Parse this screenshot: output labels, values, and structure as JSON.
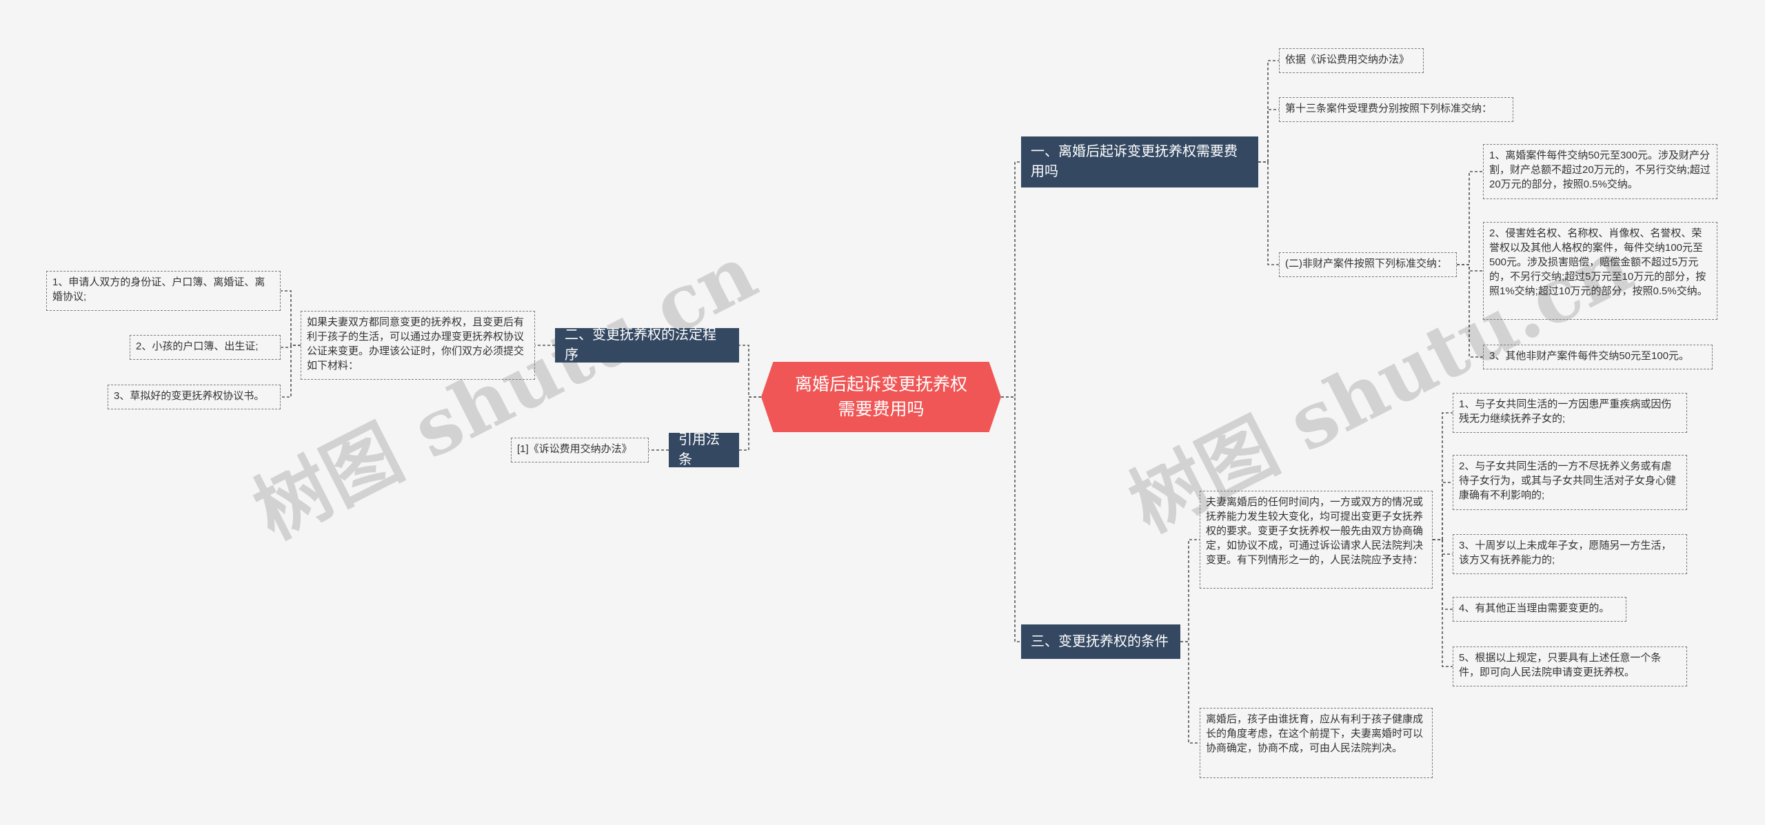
{
  "colors": {
    "center_bg": "#f05656",
    "branch_bg": "#344862",
    "edge": "#555555",
    "leaf_border": "#7a7a7a",
    "background": "#f5f5f5"
  },
  "watermark": "树图 shutu.cn",
  "center": "离婚后起诉变更抚养权需要费用吗",
  "right": {
    "b1": {
      "label": "一、离婚后起诉变更抚养权需要费用吗",
      "l1": "依据《诉讼费用交纳办法》",
      "l2": "第十三条案件受理费分别按照下列标准交纳：",
      "l3": "(二)非财产案件按照下列标准交纳：",
      "l3a": "1、离婚案件每件交纳50元至300元。涉及财产分割，财产总额不超过20万元的，不另行交纳;超过20万元的部分，按照0.5%交纳。",
      "l3b": "2、侵害姓名权、名称权、肖像权、名誉权、荣誉权以及其他人格权的案件，每件交纳100元至500元。涉及损害赔偿，赔偿金额不超过5万元的，不另行交纳;超过5万元至10万元的部分，按照1%交纳;超过10万元的部分，按照0.5%交纳。",
      "l3c": "3、其他非财产案件每件交纳50元至100元。"
    },
    "b3": {
      "label": "三、变更抚养权的条件",
      "intro": "夫妻离婚后的任何时间内，一方或双方的情况或抚养能力发生较大变化，均可提出变更子女抚养权的要求。变更子女抚养权一般先由双方协商确定，如协议不成，可通过诉讼请求人民法院判决变更。有下列情形之一的，人民法院应予支持：",
      "c1": "1、与子女共同生活的一方因患严重疾病或因伤残无力继续抚养子女的;",
      "c2": "2、与子女共同生活的一方不尽抚养义务或有虐待子女行为，或其与子女共同生活对子女身心健康确有不利影响的;",
      "c3": "3、十周岁以上未成年子女，愿随另一方生活，该方又有抚养能力的;",
      "c4": "4、有其他正当理由需要变更的。",
      "c5": "5、根据以上规定，只要具有上述任意一个条件，即可向人民法院申请变更抚养权。",
      "note": "离婚后，孩子由谁抚育，应从有利于孩子健康成长的角度考虑，在这个前提下，夫妻离婚时可以协商确定，协商不成，可由人民法院判决。"
    }
  },
  "left": {
    "b2": {
      "label": "二、变更抚养权的法定程序",
      "intro": "如果夫妻双方都同意变更的抚养权，且变更后有利于孩子的生活，可以通过办理变更抚养权协议公证来变更。办理该公证时，你们双方必须提交如下材料：",
      "m1": "1、申请人双方的身份证、户口簿、离婚证、离婚协议;",
      "m2": "2、小孩的户口簿、出生证;",
      "m3": "3、草拟好的变更抚养权协议书。"
    },
    "b4": {
      "label": "引用法条",
      "l1": "[1]《诉讼费用交纳办法》"
    }
  }
}
